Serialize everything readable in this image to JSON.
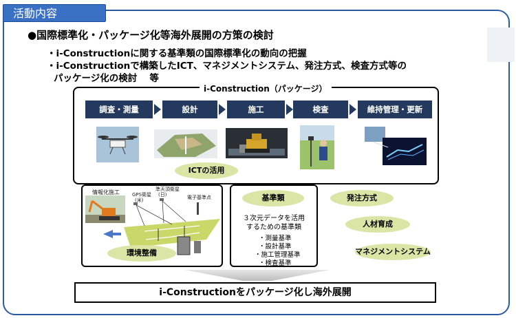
{
  "section_tab": "活動内容",
  "bullet_main": "●国際標準化・パッケージ化等海外展開の方策の検討",
  "sub1": "・i-Constructionに関する基準類の国際標準化の動向の把握",
  "sub2": "・i-Constructionで構築したICT、マネジメントシステム、発注方式、検査方式等の",
  "sub2_cont": "パッケージ化の検討　 等",
  "package_label": "i-Construction（パッケージ）",
  "steps": [
    "調査・測量",
    "設計",
    "施工",
    "検査",
    "維持管理・更新"
  ],
  "ict_label": "ICTの活用",
  "env": {
    "title": "環境整備",
    "info_label": "情報化施工",
    "gps_label": "GPS衛星",
    "gps_sub": "(米)",
    "qzss_label": "準天頂衛星",
    "qzss_sub": "(日)",
    "base_label": "電子基準点"
  },
  "standards": {
    "title": "基準類",
    "desc_line1": "３次元データを活用",
    "desc_line2": "するための基準類",
    "items": [
      "・測量基準",
      "・設計基準",
      "・施工管理基準",
      "・検査基準"
    ]
  },
  "right_items": [
    "発注方式",
    "人材育成",
    "マネジメントシステム"
  ],
  "bottom_text": "i-Constructionをパッケージ化し海外展開"
}
